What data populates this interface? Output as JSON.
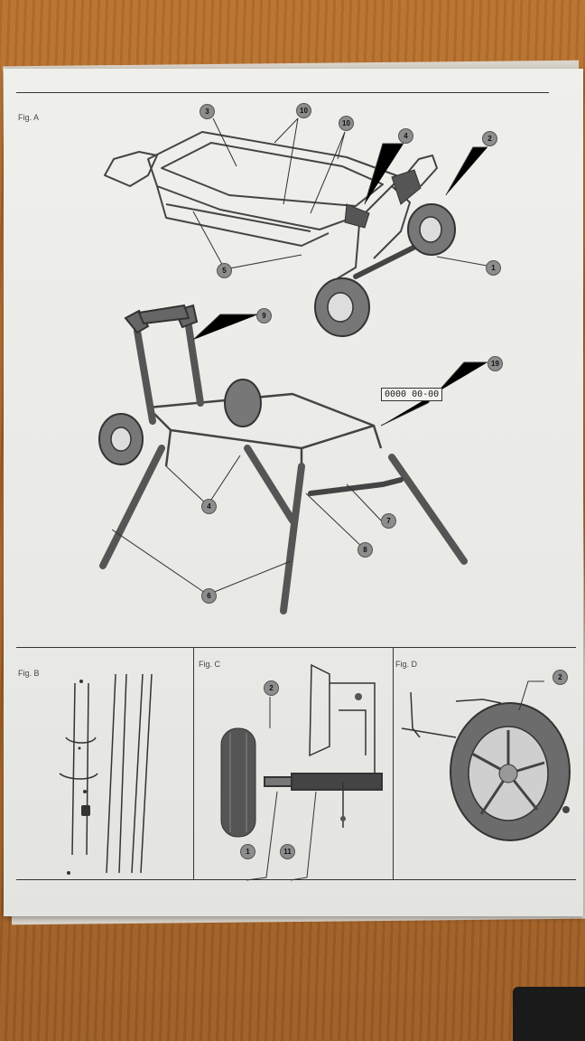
{
  "figures": {
    "a": {
      "label": "Fig. A"
    },
    "b": {
      "label": "Fig. B"
    },
    "c": {
      "label": "Fig. C"
    },
    "d": {
      "label": "Fig. D"
    }
  },
  "callouts": {
    "a_top": [
      "3",
      "10",
      "10",
      "4",
      "2",
      "5",
      "1"
    ],
    "a_bottom": [
      "9",
      "19",
      "4",
      "7",
      "8",
      "6"
    ],
    "c": [
      "2",
      "1",
      "11"
    ],
    "d": [
      "2"
    ]
  },
  "serial_label": "0000 00-00",
  "colors": {
    "page": "#ececea",
    "line": "#333333",
    "badge": "#8d8d8d",
    "wood": "#b06a2c"
  }
}
